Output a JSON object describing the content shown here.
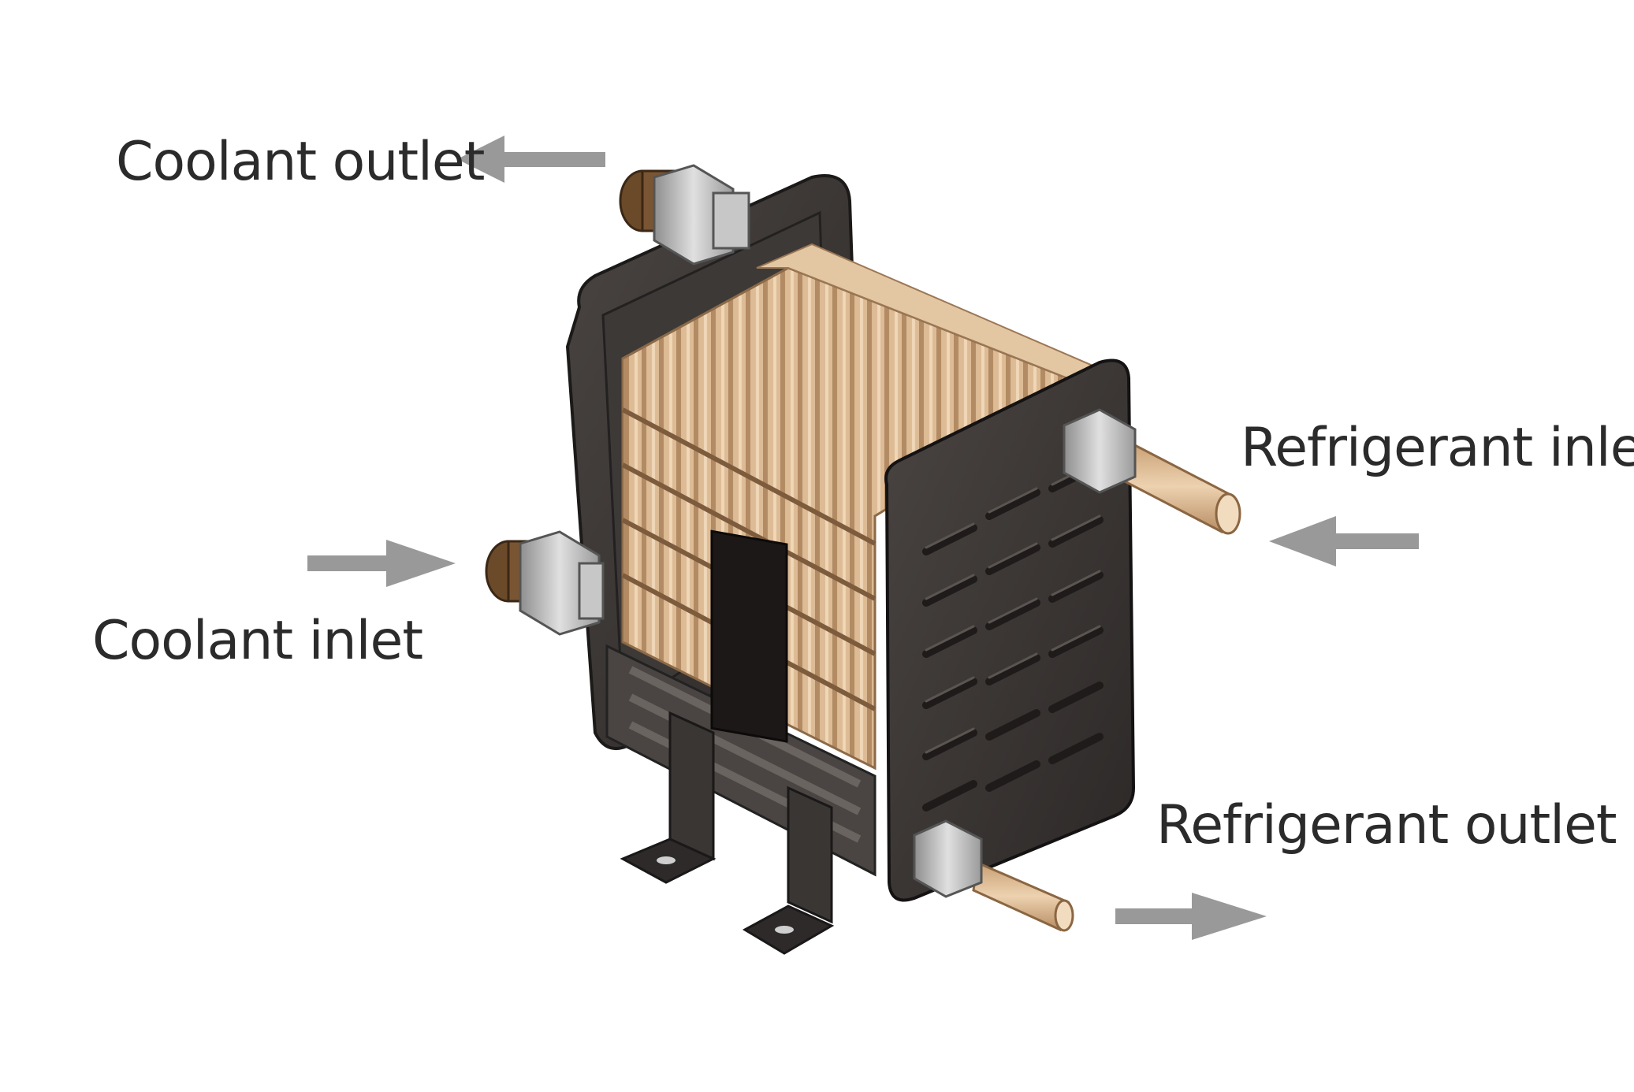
{
  "labels": {
    "coolant_outlet": "Coolant outlet",
    "coolant_inlet": "Coolant inlet",
    "refrigerant_inlet": "Refrigerant inlet",
    "refrigerant_outlet": "Refrigerant outlet"
  },
  "colors": {
    "arrow": "#999999",
    "frame": "#3a3634",
    "frame_dark": "#262322",
    "copper": "#d9b48c",
    "copper_dark": "#a9825c",
    "fitting": "#bdbdbd",
    "brass": "#6b4a2a",
    "background": "#ffffff"
  }
}
